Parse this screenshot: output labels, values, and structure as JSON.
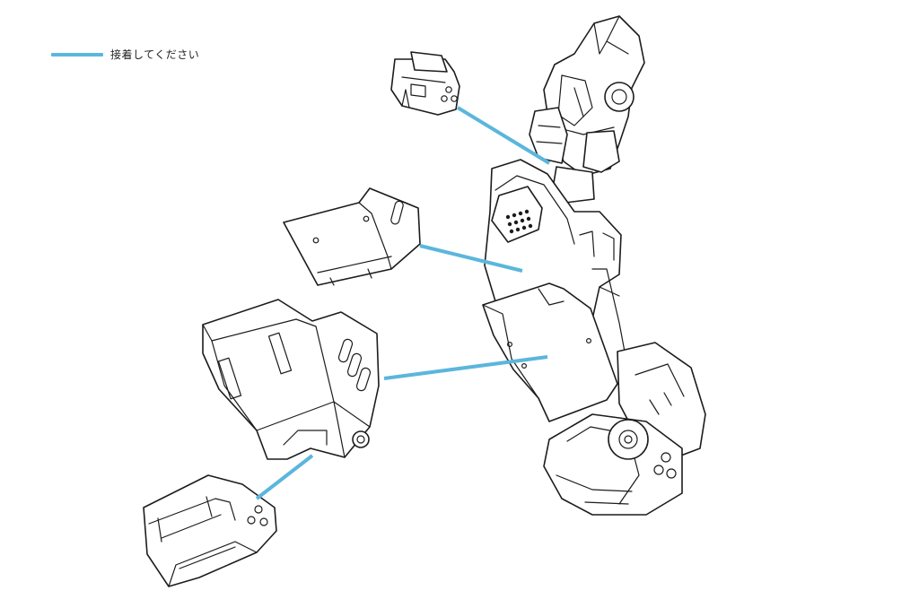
{
  "legend": {
    "label": "接着してください",
    "color": "#5bb6dc"
  },
  "parts": [
    {
      "name": "small-clip-part"
    },
    {
      "name": "bracket-part"
    },
    {
      "name": "body-block-part"
    },
    {
      "name": "foot-block-part"
    },
    {
      "name": "robot-arm-assembly"
    }
  ]
}
